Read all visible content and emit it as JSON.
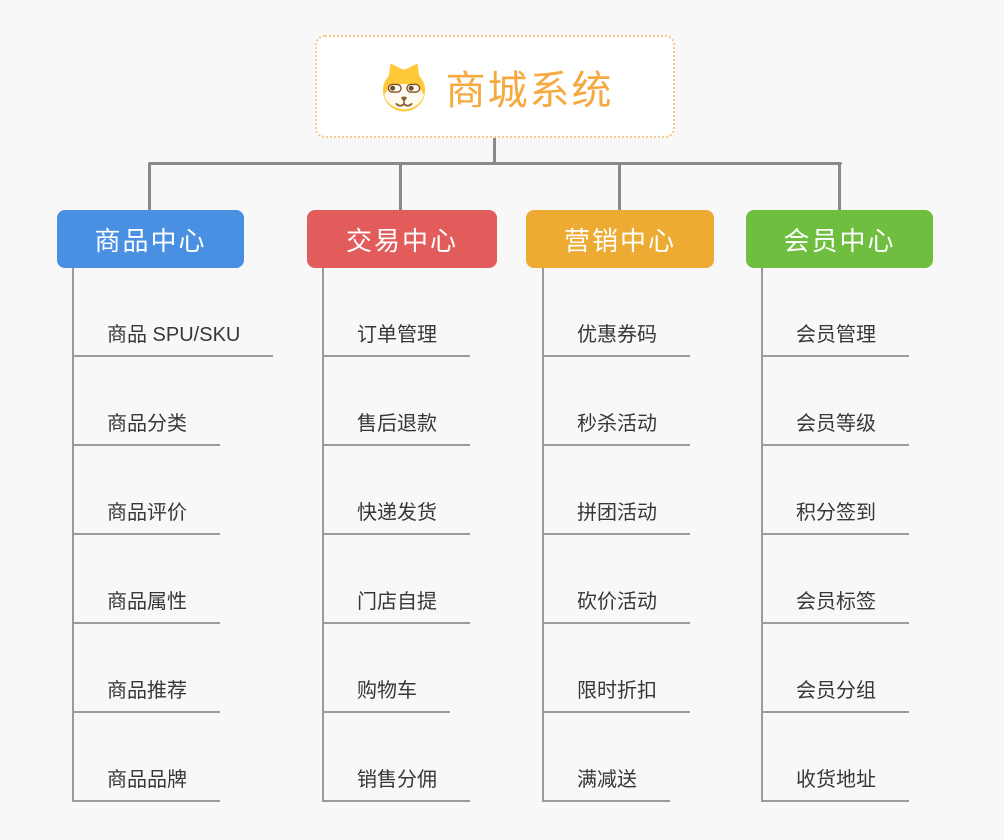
{
  "root": {
    "title": "商城系统",
    "icon": "dog-face"
  },
  "branches": [
    {
      "label": "商品中心",
      "color": "#4a90e2",
      "items": [
        "商品 SPU/SKU",
        "商品分类",
        "商品评价",
        "商品属性",
        "商品推荐",
        "商品品牌"
      ]
    },
    {
      "label": "交易中心",
      "color": "#e25c5c",
      "items": [
        "订单管理",
        "售后退款",
        "快递发货",
        "门店自提",
        "购物车",
        "销售分佣"
      ]
    },
    {
      "label": "营销中心",
      "color": "#edab33",
      "items": [
        "优惠券码",
        "秒杀活动",
        "拼团活动",
        "砍价活动",
        "限时折扣",
        "满减送"
      ]
    },
    {
      "label": "会员中心",
      "color": "#6fbe40",
      "items": [
        "会员管理",
        "会员等级",
        "积分签到",
        "会员标签",
        "会员分组",
        "收货地址"
      ]
    }
  ],
  "colors": {
    "background": "#f8f8f8",
    "connector": "#8a8a8a",
    "leaf_underline": "#9b9b9b",
    "leaf_text": "#37373b",
    "root_accent": "#f5a93e",
    "root_border": "#f4c988"
  }
}
